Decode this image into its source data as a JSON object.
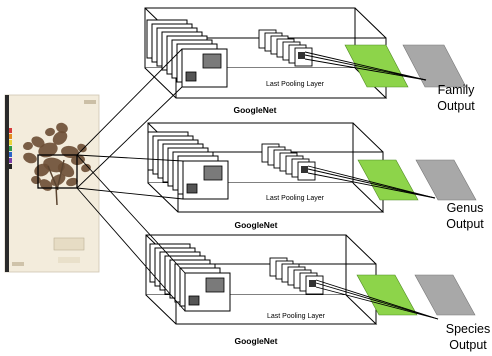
{
  "branches": [
    {
      "network_label": "GoogleNet",
      "layer_label": "Last Pooling Layer",
      "output_label_lines": [
        "Family",
        "Output"
      ]
    },
    {
      "network_label": "GoogleNet",
      "layer_label": "Last Pooling Layer",
      "output_label_lines": [
        "Genus",
        "Output"
      ]
    },
    {
      "network_label": "GoogleNet",
      "layer_label": "Last Pooling Layer",
      "output_label_lines": [
        "Species",
        "Output"
      ]
    }
  ],
  "colors": {
    "fc_green": "#8dd44a",
    "fc_gray": "#a8a8a8",
    "stroke": "#000000"
  }
}
